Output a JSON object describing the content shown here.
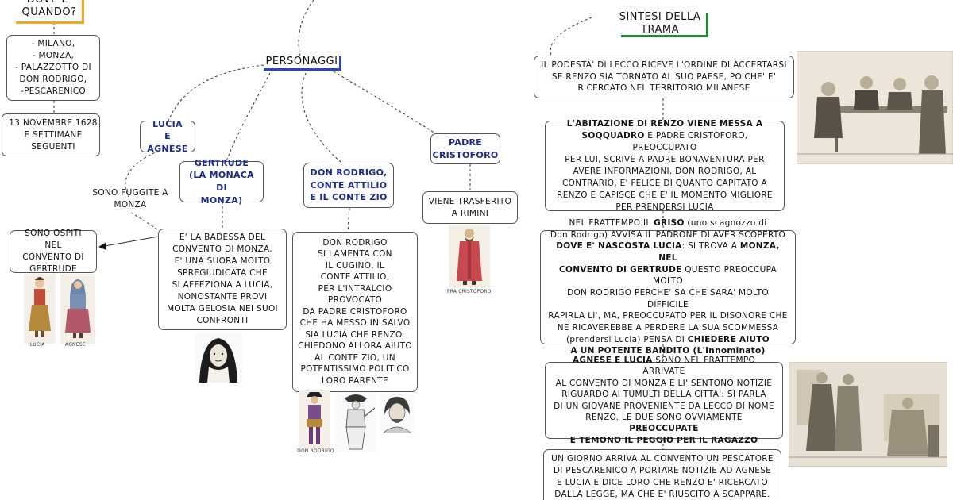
{
  "colors": {
    "orange": "#f2a81e",
    "green": "#1e8a2e",
    "blue": "#2747c9",
    "text_blue": "#1c2a8a"
  },
  "headings": {
    "dove_quando": "DOVE E'\nQUANDO?",
    "personaggi": "PERSONAGGI",
    "sintesi": "SINTESI DELLA\nTRAMA"
  },
  "luoghi": "- MILANO,\n- MONZA,\n- PALAZZOTTO DI\nDON RODRIGO,\n-PESCARENICO",
  "tempo": "13 NOVEMBRE 1628\nE SETTIMANE\nSEGUENTI",
  "personaggi": {
    "lucia_agnese": "LUCIA\nE AGNESE",
    "gertrude": "GERTRUDE\n(LA MONACA DI\nMONZA)",
    "don_rodrigo": "DON RODRIGO,\nCONTE ATTILIO\nE IL CONTE ZIO",
    "cristoforo": "PADRE\nCRISTOFORO"
  },
  "note_fuggite": "SONO FUGGITE A\nMONZA",
  "ospiti": "SONO OSPITI NEL\nCONVENTO DI\nGERTRUDE",
  "gertrude_desc": "E' LA BADESSA DEL\nCONVENTO DI MONZA.\nE' UNA SUORA MOLTO\nSPREGIUDICATA CHE\nSI AFFEZIONA A LUCIA,\nNONOSTANTE PROVI\nMOLTA GELOSIA NEI SUOI\nCONFRONTI",
  "rodrigo_desc": "DON RODRIGO\nSI LAMENTA CON\nIL CUGINO, IL\nCONTE ATTILIO,\nPER L'INTRALCIO\nPROVOCATO\nDA PADRE CRISTOFORO\nCHE HA MESSO IN SALVO\nSIA LUCIA CHE RENZO.\nCHIEDONO ALLORA AIUTO\nAL CONTE ZIO, UN\nPOTENTISSIMO POLITICO\nLORO PARENTE",
  "cristoforo_desc": "VIENE TRASFERITO\nA RIMINI",
  "captions": {
    "lucia": "LUCIA",
    "agnese": "AGNESE",
    "don_rodrigo": "DON RODRIGO",
    "fra_cristoforo": "FRA CRISTOFORO"
  },
  "trama": {
    "p1": "IL PODESTA' DI LECCO RICEVE L'ORDINE DI ACCERTARSI\nSE RENZO SIA TORNATO AL SUO PAESE, POICHE' E'\nRICERCATO NEL TERRITORIO MILANESE",
    "p2_b1": "L'ABITAZIONE DI RENZO VIENE MESSA A\nSOQQUADRO",
    "p2_t1": " E PADRE CRISTOFORO, PREOCCUPATO\nPER LUI, SCRIVE A PADRE BONAVENTURA PER\nAVERE INFORMAZIONI. DON RODRIGO, AL\nCONTRARIO, E' FELICE DI QUANTO CAPITATO A\nRENZO E CAPISCE CHE E' IL MOMENTO MIGLIORE\nPER PRENDERSI LUCIA",
    "p3_t1": "NEL FRATTEMPO IL ",
    "p3_b1": "GRISO",
    "p3_t2": " (uno scagnozzo di\nDon Rodrigo) AVVISA IL PADRONE DI AVER SCOPERTO\n",
    "p3_b2": "DOVE E' NASCOSTA LUCIA",
    "p3_t3": ": SI TROVA A ",
    "p3_b3": "MONZA, NEL\nCONVENTO DI GERTRUDE",
    "p3_t4": " QUESTO PREOCCUPA MOLTO\nDON RODRIGO PERCHE' SA CHE SARA' MOLTO DIFFICILE\nRAPIRLA LI', MA, PREOCCUPATO PER IL DISONORE CHE\nNE RICAVEREBBE A PERDERE LA SUA SCOMMESSA\n(prendersi Lucia)  PENSA DI ",
    "p3_b4": "CHIEDERE AIUTO\nA UN POTENTE BANDITO",
    "p3_t5": " (L'Innominato)",
    "p4_b1": "AGNESE E LUCIA",
    "p4_t1": " SONO NEL FRATTEMPO ARRIVATE\nAL CONVENTO DI MONZA E LI' SENTONO NOTIZIE\nRIGUARDO AI TUMULTI DELLA CITTA': SI PARLA\nDI UN GIOVANE PROVENIENTE DA LECCO DI NOME\nRENZO. LE DUE SONO OVVIAMENTE ",
    "p4_b2": "PREOCCUPATE\nE TEMONO IL PEGGIO PER IL RAGAZZO",
    "p5": "UN GIORNO ARRIVA AL CONVENTO UN PESCATORE\nDI PESCARENICO A PORTARE NOTIZIE AD AGNESE\nE LUCIA E DICE LORO CHE RENZO E' RICERCATO\nDALLA LEGGE, MA CHE E' RIUSCITO A SCAPPARE."
  }
}
